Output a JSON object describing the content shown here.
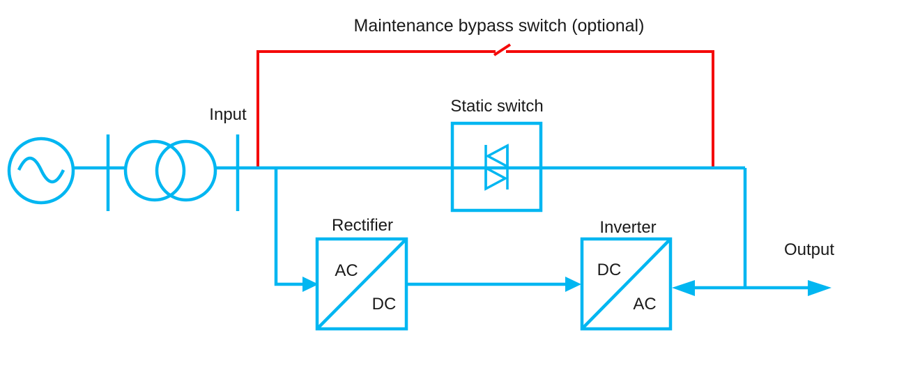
{
  "diagram": {
    "title": "Maintenance bypass switch (optional)",
    "labels": {
      "input": "Input",
      "static_switch": "Static switch",
      "rectifier": "Rectifier",
      "inverter": "Inverter",
      "output": "Output",
      "rectifier_in": "AC",
      "rectifier_out": "DC",
      "inverter_in": "DC",
      "inverter_out": "AC"
    },
    "colors": {
      "circuit": "#00B6F1",
      "bypass": "#F40A0A",
      "text": "#1A1A1A"
    },
    "icons": {
      "ac_source": "circle with sine wave (AC mains source)",
      "busbar": "vertical breaker tick",
      "transformer": "two overlapping circles",
      "static_switch": "antiparallel thyristor pair",
      "bypass_switch": "open knife-switch break in red line",
      "flow_arrows": "filled triangular arrowheads"
    }
  }
}
